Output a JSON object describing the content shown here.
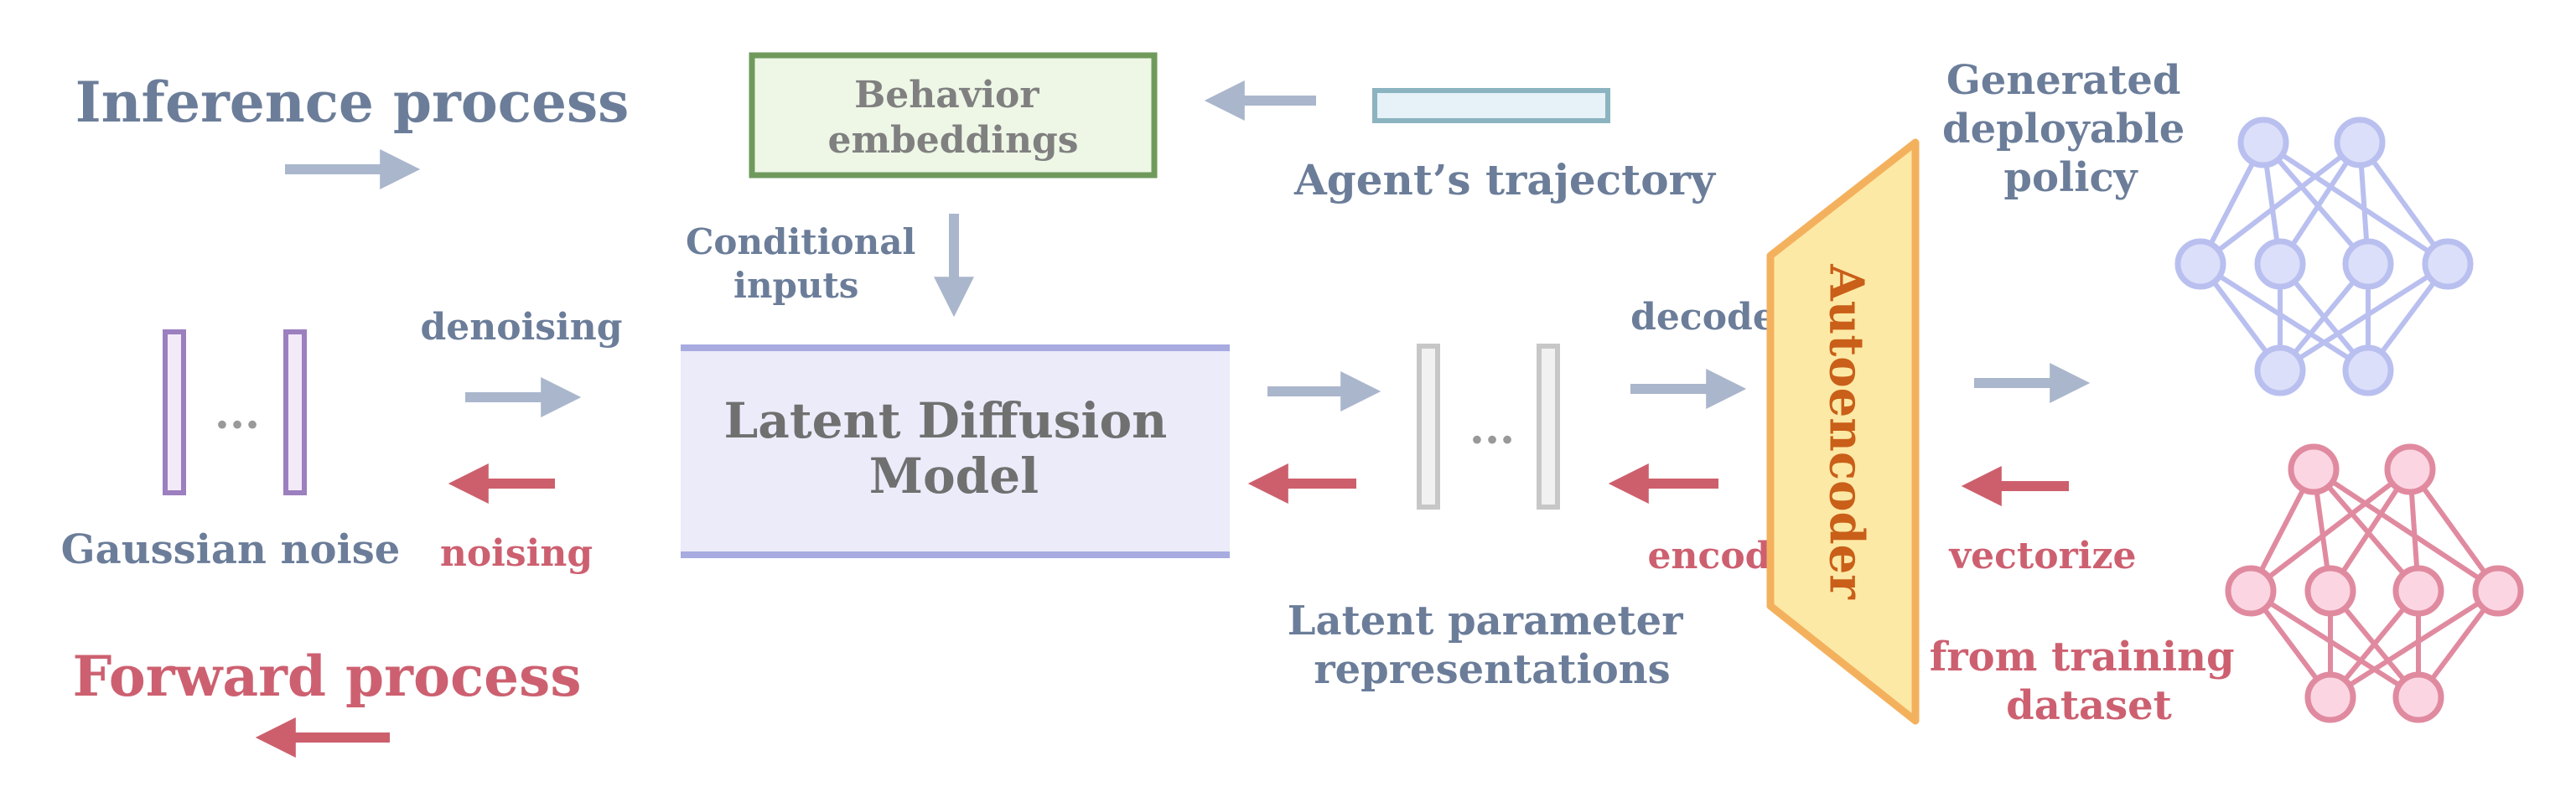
{
  "inference_process": "Inference process",
  "forward_process": "Forward process",
  "behavior_embeddings": [
    "Behavior",
    "embeddings"
  ],
  "agent_trajectory": "Agent’s trajectory",
  "conditional_inputs": [
    "Conditional",
    "inputs"
  ],
  "gaussian_noise": "Gaussian noise",
  "denoising": "denoising",
  "noising": "noising",
  "latent_diffusion_model": [
    "Latent Diffusion",
    "Model"
  ],
  "decode": "decode",
  "encode": "encode",
  "latent_parameter_representations": [
    "Latent parameter",
    "representations"
  ],
  "autoencoder": "Autoencoder",
  "generated_policy": [
    "Generated",
    "deployable",
    "policy"
  ],
  "vectorize": "vectorize",
  "from_training_dataset": [
    "from training",
    "dataset"
  ],
  "ellipsis": "···",
  "colors": {
    "slate_text": "#6b7d99",
    "red_text": "#cd6070",
    "arrow_blue": "#aab6cc",
    "arrow_red": "#cd5f6c",
    "green_border": "#6f9a5c",
    "green_fill": "#eef7e6",
    "traj_border": "#8bb3c0",
    "traj_fill": "#e6f1f8",
    "ldm_fill": "#ecebfa",
    "ldm_border": "#a7abe0",
    "ae_fill": "#fde9a6",
    "ae_border": "#f4b15d",
    "ae_text": "#c95f18",
    "purple_bar": "#9c7fbf",
    "purple_fill": "#f3eaf8",
    "grey_bar": "#c7c7c7",
    "net_blue": "#b9c0ef",
    "net_blue_fill": "#dcdff9",
    "net_pink": "#e08aa0",
    "net_pink_fill": "#fbd6e2"
  }
}
